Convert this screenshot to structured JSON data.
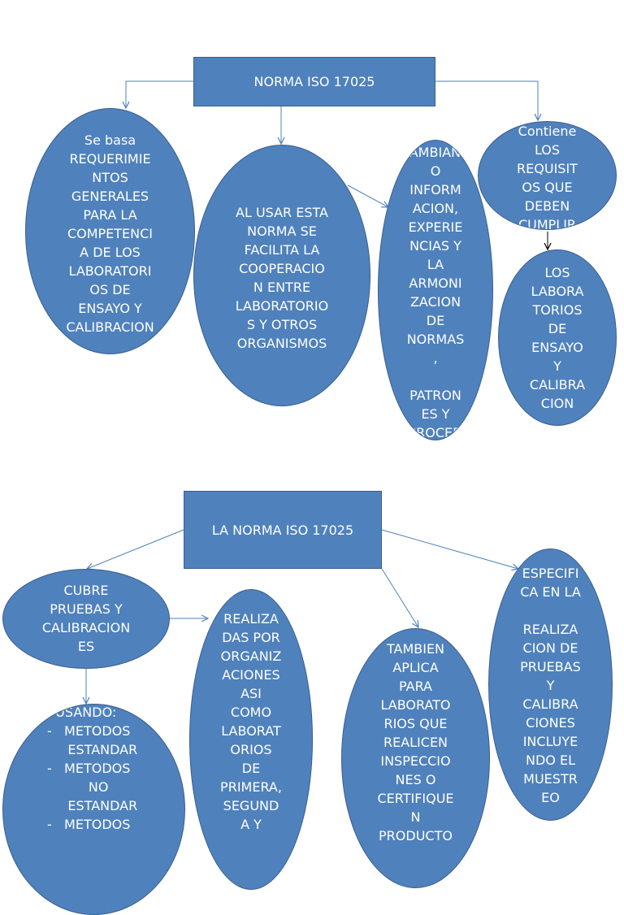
{
  "map1": {
    "title": "NORMA ISO 17025",
    "left": "Se basa\nREQUERIMIE\nNTOS\nGENERALES\nPARA LA\nCOMPETENCI\nA DE LOS\nLABORATORI\nOS DE\nENSAYO Y\nCALIBRACION",
    "center": "AL USAR ESTA\nNORMA SE\nFACILITA LA\nCOOPERACIO\nN ENTRE\nLABORATORIO\nS Y OTROS\nORGANISMOS",
    "right_tall": "CAMBIAND\nO\nINFORM\nACION,\nEXPERIE\nNCIAS Y\nLA\nARMONI\nZACION\nDE\nNORMAS\n,\n\nPATRON\nES Y\nPROCED\nIMIENTO",
    "contiene": "Contiene\nLOS\nREQUISIT\nOS QUE\nDEBEN\nCUMPLIR",
    "labs": "LOS\nLABORA\nTORIOS\nDE\nENSAYO\nY\nCALIBRA\nCION"
  },
  "map2": {
    "title": "LA NORMA ISO 17025",
    "cubre": "CUBRE\nPRUEBAS Y\nCALIBRACION\nES",
    "usando": "  USANDO:\n-   METODOS\n     ESTANDAR\n-   METODOS\n          NO\n     ESTANDAR\n-   METODOS",
    "realizadas": "REALIZA\nDAS POR\nORGANIZ\nACIONES\nASI\nCOMO\nLABORAT\nORIOS\nDE\nPRIMERA,\nSEGUND\nA Y",
    "tambien": "TAMBIEN\nAPLICA\nPARA\nLABORATO\nRIOS QUE\nREALICEN\nINSPECCIO\nNES O\nCERTIFIQUE\nN\nPRODUCTO",
    "especifica": "ESPECIFI\nCA EN LA\n\nREALIZA\nCION DE\nPRUEBAS\nY\nCALIBRA\nCIONES\nINCLUYE\nNDO EL\nMUESTR\nEO"
  },
  "colors": {
    "fill": "#4f81bd",
    "stroke": "#3a5f8d",
    "text": "#ffffff",
    "connector": "#4f81bd"
  }
}
